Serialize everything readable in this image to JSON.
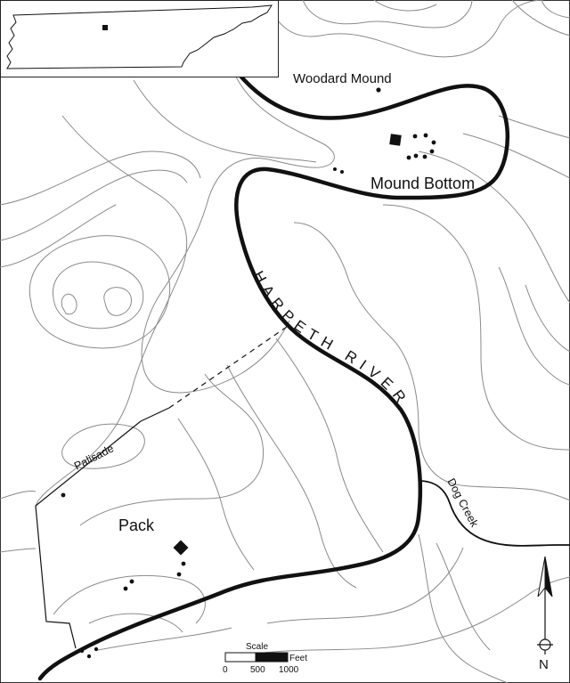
{
  "labels": {
    "woodard_mound": "Woodard Mound",
    "mound_bottom": "Mound Bottom",
    "river": "HARPETH RIVER",
    "palisade": "Palisade",
    "pack": "Pack",
    "dog_creek": "Dog Creek"
  },
  "scale_bar": {
    "title": "Scale",
    "unit": "Feet",
    "ticks": [
      "0",
      "500",
      "1000"
    ]
  },
  "north_arrow": {
    "label": "N"
  },
  "inset": {
    "region": "Tennessee",
    "marker": "site location"
  },
  "colors": {
    "river": "#111111",
    "contours": "#8a8a8a",
    "ink": "#111111"
  }
}
